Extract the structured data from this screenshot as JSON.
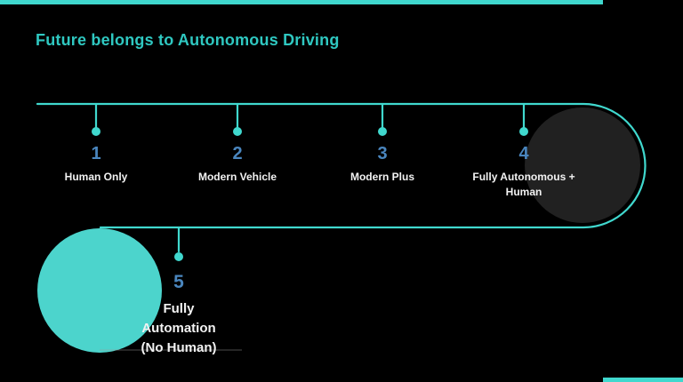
{
  "slide": {
    "title": "Future belongs to Autonomous Driving"
  },
  "timeline": {
    "stages": [
      {
        "number": "1",
        "label": "Human Only"
      },
      {
        "number": "2",
        "label": "Modern Vehicle"
      },
      {
        "number": "3",
        "label": "Modern Plus"
      },
      {
        "number": "4",
        "label": "Fully Autonomous + Human"
      },
      {
        "number": "5",
        "label": "Fully Automation (No Human)"
      }
    ]
  },
  "colors": {
    "background": "#000000",
    "accent": "#40D8CE",
    "title": "#2FC8C1",
    "number": "#4A86BE",
    "label": "#F2F2F2",
    "dark-circle": "#212121",
    "teal-circle": "#4CD4CC"
  }
}
